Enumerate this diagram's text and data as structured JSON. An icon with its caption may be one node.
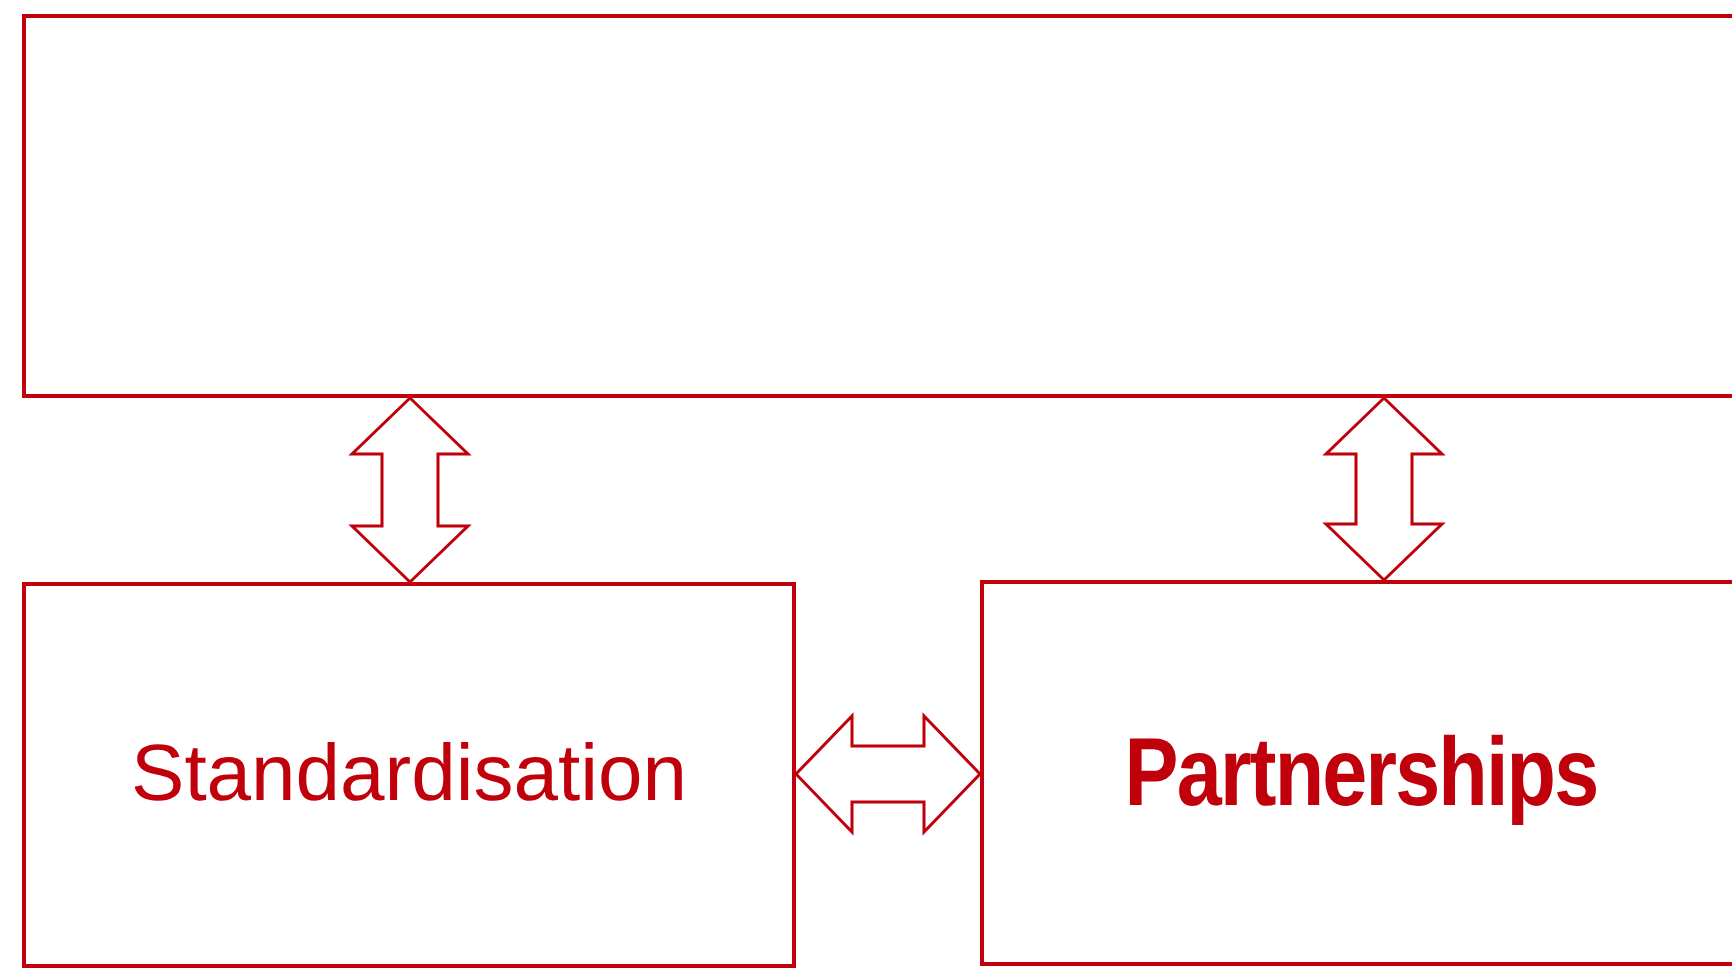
{
  "diagram": {
    "nodes": [
      {
        "text": [],
        "shape": "box"
      },
      {
        "text": [
          "Standardisation"
        ]
      },
      {
        "text": [
          "Partnerships"
        ]
      }
    ],
    "edges": [
      {
        "from": 0,
        "to": 1,
        "arrow": "both"
      },
      {
        "from": 0,
        "to": 2,
        "arrow": "both"
      },
      {
        "from": 1,
        "to": 2,
        "arrow": "both"
      }
    ]
  }
}
